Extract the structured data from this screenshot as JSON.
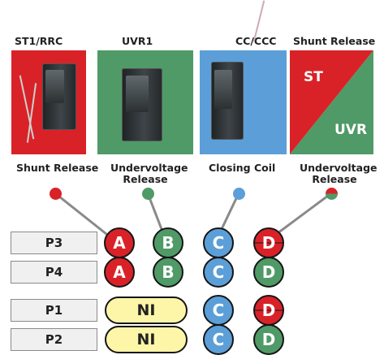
{
  "top_labels": {
    "st1_rrc": "ST1/RRC",
    "uvr1": "UVR1",
    "cc_ccc": "CC/CCC",
    "shunt_release": "Shunt Release"
  },
  "combo_tile": {
    "st": "ST",
    "uvr": "UVR"
  },
  "bottom_labels": {
    "shunt_release": "Shunt Release",
    "undervoltage_release_1": "Undervoltage Release",
    "closing_coil": "Closing Coil",
    "undervoltage_release_2": "Undervoltage Release"
  },
  "rows": [
    {
      "label": "P3",
      "slot1": "A",
      "slot2": "B",
      "slot3": "C",
      "slot4": "D"
    },
    {
      "label": "P4",
      "slot1": "A",
      "slot2": "B",
      "slot3": "C",
      "slot4": "D"
    },
    {
      "label": "P1",
      "ni": "NI",
      "slot3": "C",
      "slot4": "D"
    },
    {
      "label": "P2",
      "ni": "NI",
      "slot3": "C",
      "slot4": "D"
    }
  ],
  "colors": {
    "red": "#d92228",
    "green": "#4f9a66",
    "blue": "#5c9fd8",
    "ni_fill": "#fdf6a8",
    "connector": "#8a8a8a"
  }
}
